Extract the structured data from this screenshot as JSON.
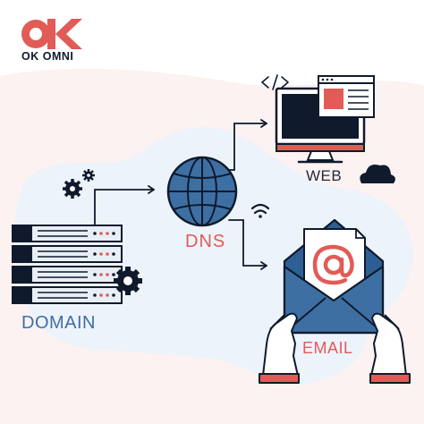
{
  "brand": {
    "name": "OK OMNI"
  },
  "nodes": {
    "domain": "DOMAIN",
    "dns": "DNS",
    "web": "WEB",
    "email": "EMAIL"
  },
  "icons": {
    "logo": "ok-omni-logo-icon",
    "server": "server-rack-icon",
    "gears": "gears-icon",
    "globe": "globe-icon",
    "monitor": "monitor-icon",
    "code": "code-tag-icon",
    "cloud": "cloud-icon",
    "wifi": "wifi-icon",
    "envelope": "envelope-icon",
    "at": "at-sign-icon",
    "hands": "hands-icon"
  },
  "colors": {
    "navy": "#0f1a2c",
    "blue": "#3d6fa3",
    "light_blue": "#d9e6f3",
    "red": "#e15b57",
    "background_blob": "#edf3fa",
    "background_pink": "#fbf2f1"
  }
}
